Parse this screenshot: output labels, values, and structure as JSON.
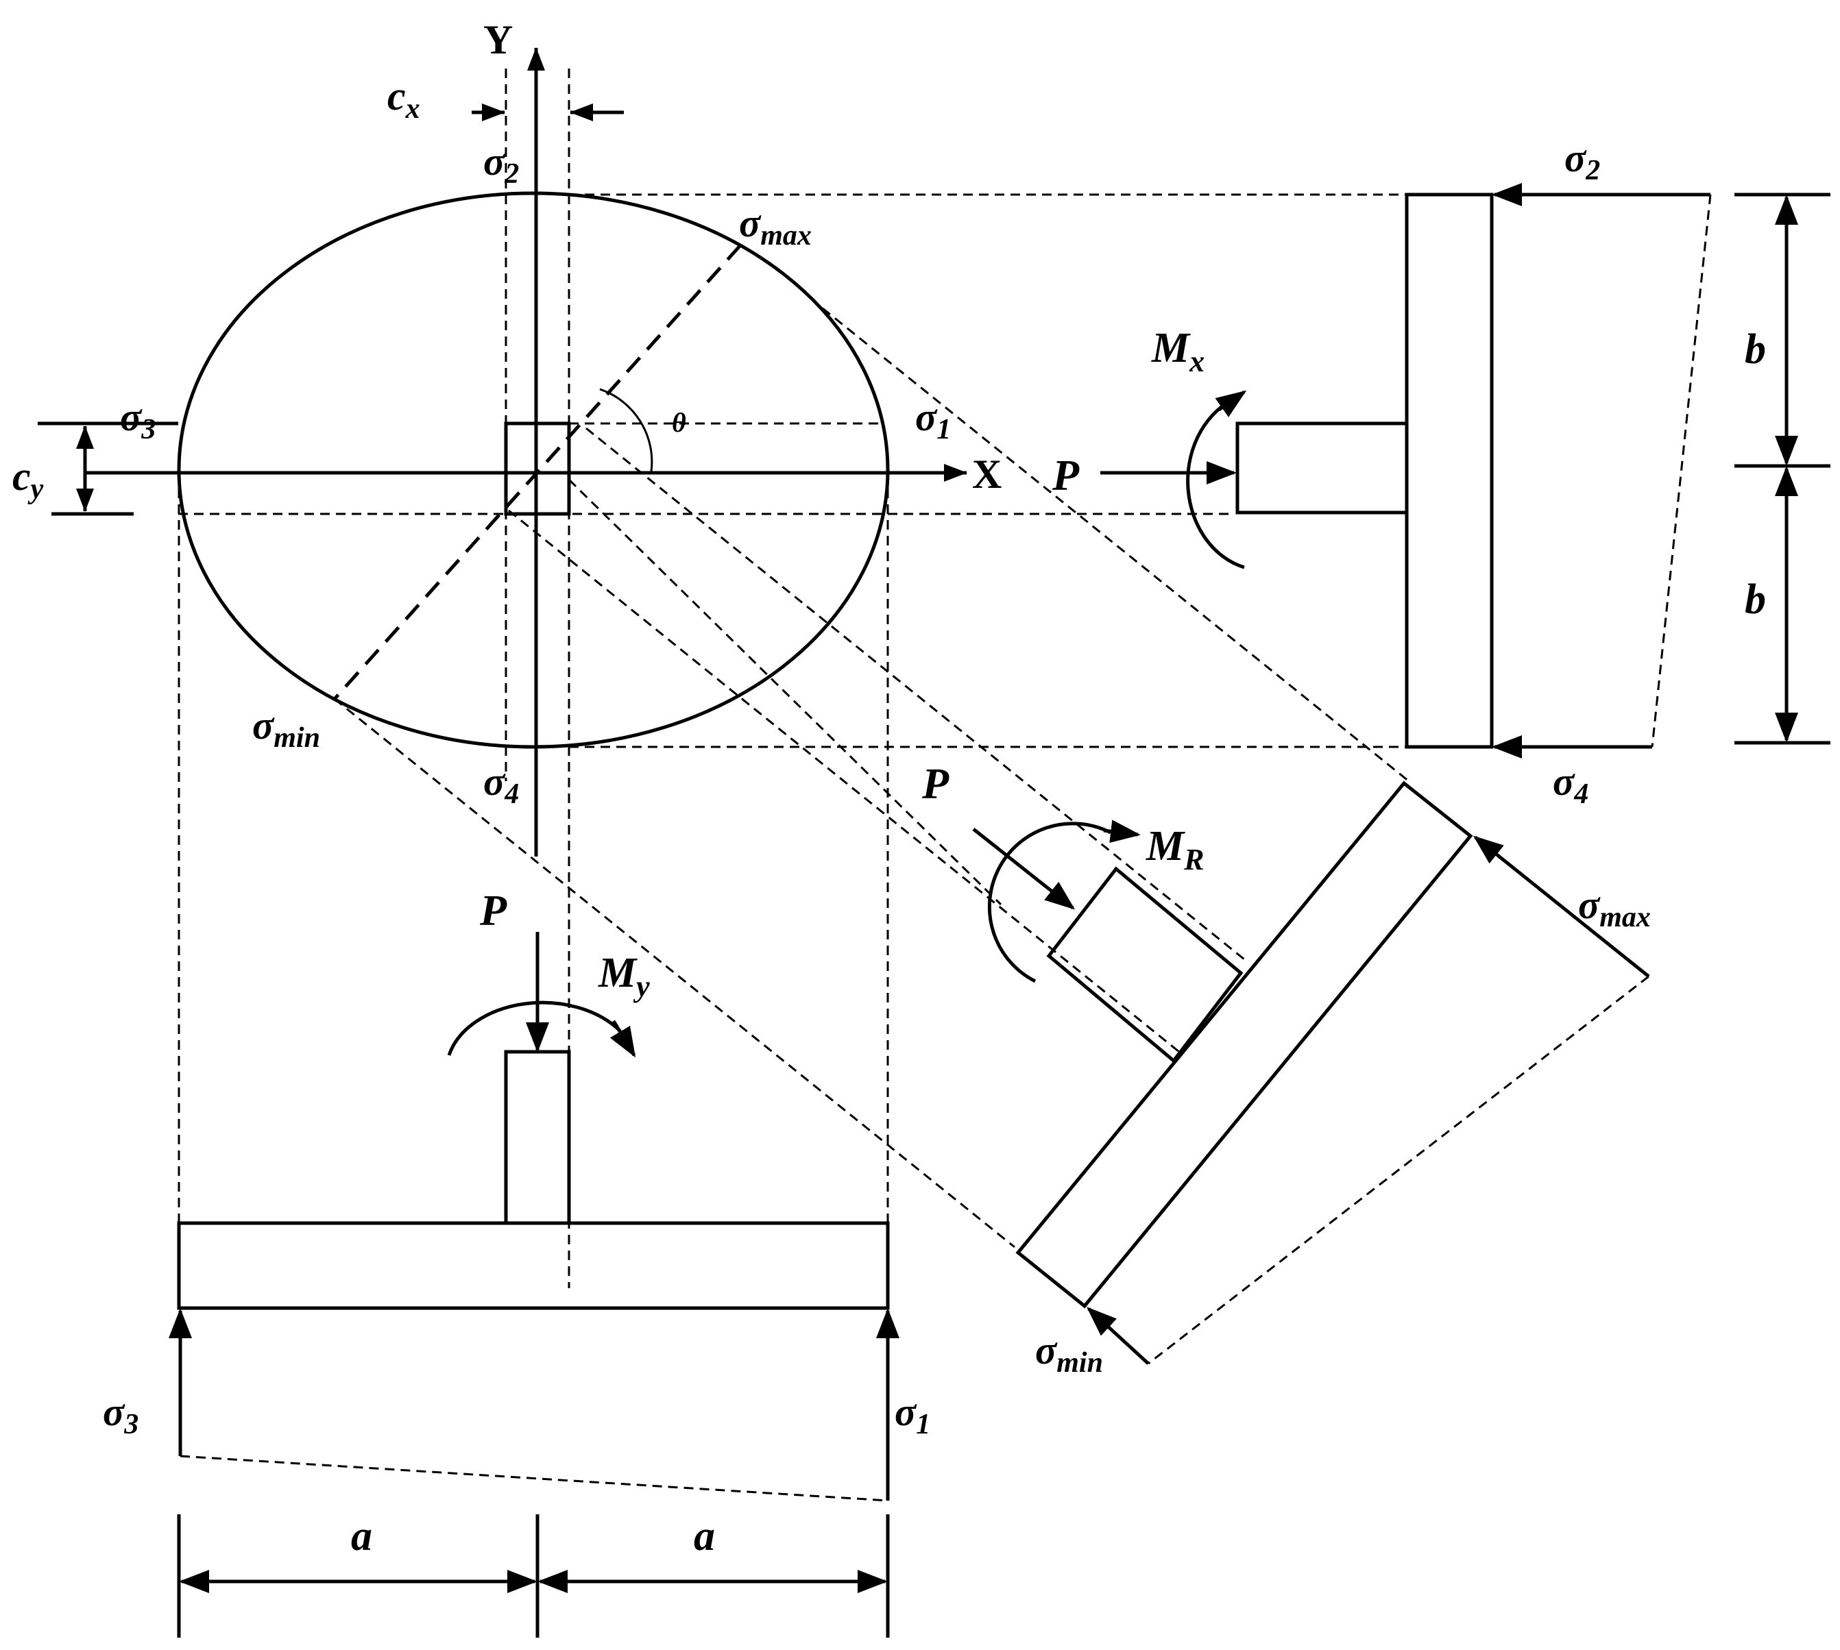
{
  "labels": {
    "y_axis": "Y",
    "x_axis": "X",
    "cx": "c",
    "cx_sub": "x",
    "cy": "c",
    "cy_sub": "y",
    "sigma_2_top": "σ",
    "sigma_2_top_sub": "2",
    "sigma_max_plan": "σ",
    "sigma_max_plan_sub": "max",
    "sigma_3_plan": "σ",
    "sigma_3_plan_sub": "3",
    "sigma_1_plan": "σ",
    "sigma_1_plan_sub": "1",
    "theta": "θ",
    "sigma_min_plan": "σ",
    "sigma_min_plan_sub": "min",
    "sigma_4_plan": "σ",
    "sigma_4_plan_sub": "4",
    "mx": "M",
    "mx_sub": "x",
    "p_right": "P",
    "sigma_2_right": "σ",
    "sigma_2_right_sub": "2",
    "sigma_4_right": "σ",
    "sigma_4_right_sub": "4",
    "b_top": "b",
    "b_bottom": "b",
    "p_diag": "P",
    "mr": "M",
    "mr_sub": "R",
    "sigma_max_diag": "σ",
    "sigma_max_diag_sub": "max",
    "sigma_min_diag": "σ",
    "sigma_min_diag_sub": "min",
    "p_bottom": "P",
    "my": "M",
    "my_sub": "y",
    "sigma_3_bottom": "σ",
    "sigma_3_bottom_sub": "3",
    "sigma_1_bottom": "σ",
    "sigma_1_bottom_sub": "1",
    "a_left": "a",
    "a_right": "a"
  }
}
